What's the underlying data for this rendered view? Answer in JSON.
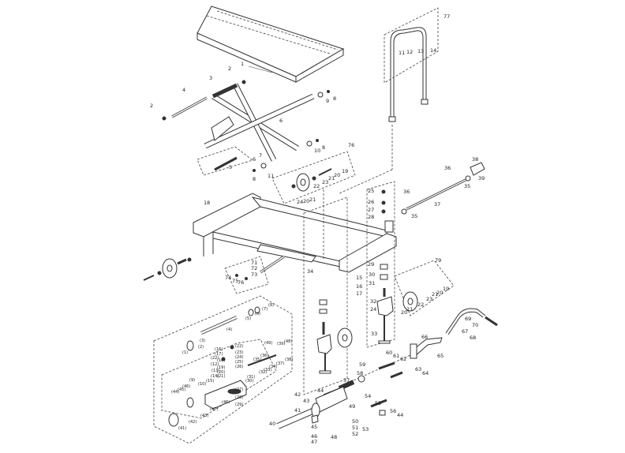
{
  "diagram": {
    "line_color": "#333333",
    "background": "#ffffff",
    "callouts": [
      "1",
      "2",
      "3",
      "4",
      "2",
      "9",
      "8",
      "6",
      "10",
      "8",
      "7",
      "6",
      "5",
      "8",
      "11",
      "76",
      "19",
      "20",
      "21",
      "23",
      "22",
      "77",
      "11",
      "12",
      "13",
      "14",
      "18",
      "24",
      "20",
      "21",
      "25",
      "26",
      "27",
      "28",
      "36",
      "35",
      "37",
      "36",
      "38",
      "39",
      "35",
      "34",
      "29",
      "30",
      "31",
      "15",
      "16",
      "17",
      "79",
      "19",
      "20",
      "21",
      "23",
      "22",
      "21",
      "20",
      "32",
      "24",
      "33",
      "69",
      "70",
      "67",
      "68",
      "66",
      "65",
      "60",
      "61",
      "62",
      "59",
      "63",
      "64",
      "58",
      "57",
      "44",
      "42",
      "43",
      "54",
      "55",
      "41",
      "49",
      "56",
      "44",
      "50",
      "40",
      "45",
      "51",
      "53",
      "52",
      "46",
      "48",
      "47",
      "71",
      "72",
      "73",
      "74",
      "75",
      "76",
      "(8)",
      "(7)",
      "(6)",
      "(5)",
      "(4)",
      "(3)",
      "(2)",
      "(1)",
      "(16)",
      "(17)",
      "(22)",
      "(18)",
      "(12)",
      "(19)",
      "(13)",
      "(20)",
      "(14)",
      "(21)",
      "(15)",
      "(10)",
      "(9)",
      "(22)",
      "(23)",
      "(24)",
      "(25)",
      "(26)",
      "(31)",
      "(30)",
      "(49)",
      "(39)",
      "(48)",
      "(38)",
      "(37)",
      "(36)",
      "(35)",
      "(34)",
      "(33)",
      "(32)",
      "(27)",
      "(28)",
      "(29)",
      "(46)",
      "(45)",
      "(44)",
      "(46)",
      "(47)",
      "(43)",
      "(42)",
      "(41)"
    ]
  }
}
